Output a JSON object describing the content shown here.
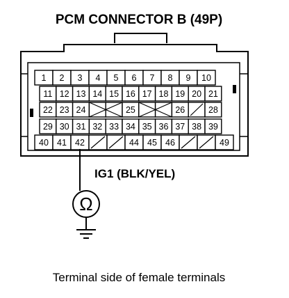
{
  "title": "PCM CONNECTOR B (49P)",
  "wire_label": "IG1 (BLK/YEL)",
  "meter_symbol": "Ω",
  "caption": "Terminal side of female terminals",
  "rows": [
    [
      "1",
      "2",
      "3",
      "4",
      "5",
      "6",
      "7",
      "8",
      "9",
      "10"
    ],
    [
      "11",
      "12",
      "13",
      "14",
      "15",
      "16",
      "17",
      "18",
      "19",
      "20",
      "21"
    ],
    [
      "22",
      "23",
      "24",
      "",
      "",
      "25",
      "",
      "",
      "26",
      "",
      "28"
    ],
    [
      "29",
      "30",
      "31",
      "32",
      "33",
      "34",
      "35",
      "36",
      "37",
      "38",
      "39"
    ],
    [
      "40",
      "41",
      "42",
      "",
      "",
      "44",
      "45",
      "46",
      "",
      "",
      "49"
    ]
  ],
  "highlighted_pin": "42"
}
